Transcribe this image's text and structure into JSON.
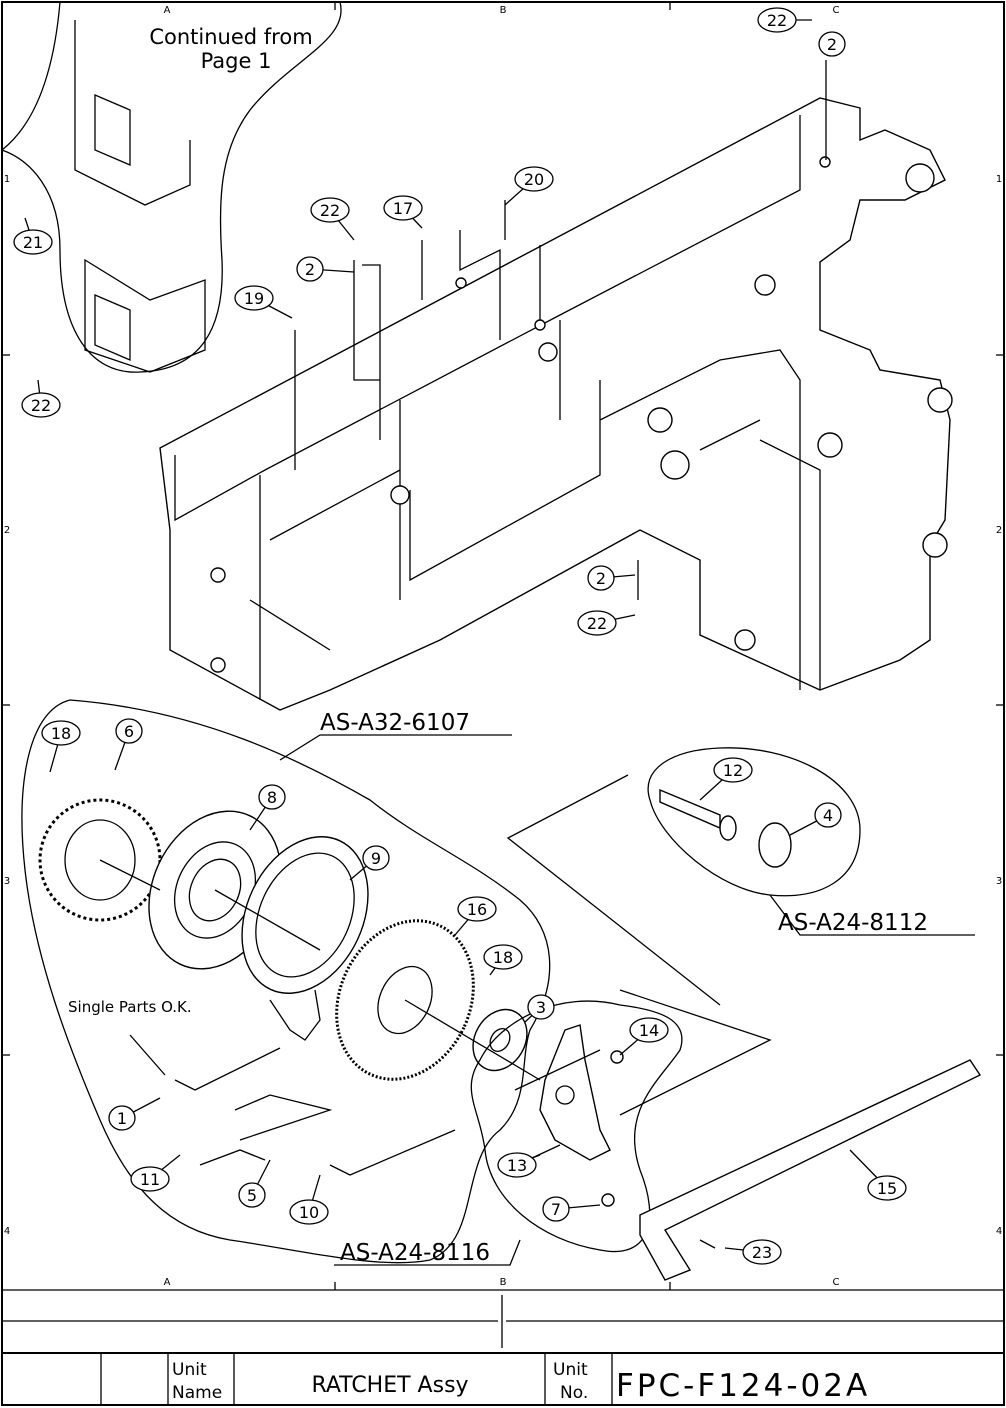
{
  "drawing": {
    "continued_note": [
      "Continued from",
      "Page 1"
    ],
    "single_parts_note": "Single Parts O.K.",
    "grid": {
      "columns": [
        "A",
        "B",
        "C"
      ],
      "rows": [
        "1",
        "2",
        "3",
        "4"
      ]
    },
    "assemblies": [
      "AS-A32-6107",
      "AS-A24-8112",
      "AS-A24-8116"
    ],
    "callouts": [
      "22",
      "2",
      "20",
      "17",
      "22",
      "2",
      "19",
      "21",
      "22",
      "2",
      "22",
      "18",
      "6",
      "8",
      "9",
      "16",
      "18",
      "3",
      "14",
      "1",
      "11",
      "13",
      "5",
      "10",
      "7",
      "15",
      "23",
      "12",
      "4"
    ]
  },
  "title_block": {
    "unit_name_label": [
      "Unit",
      "Name"
    ],
    "unit_name": "RATCHET Assy",
    "unit_no_label": [
      "Unit",
      "No."
    ],
    "unit_no": "FPC-F124-02A"
  }
}
